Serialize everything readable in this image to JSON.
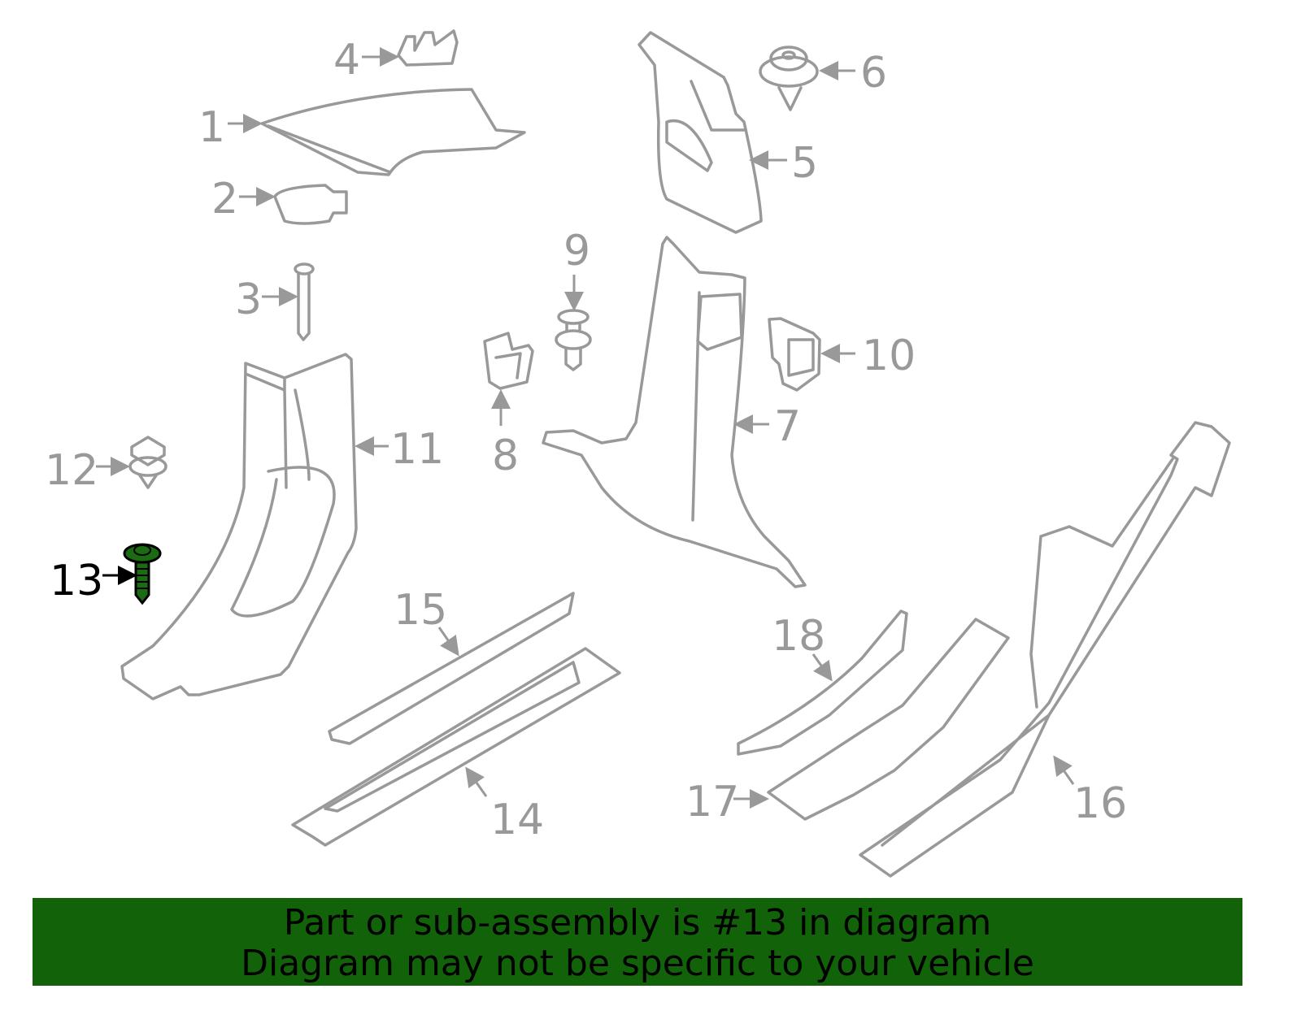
{
  "diagram": {
    "labels": {
      "p1": "1",
      "p2": "2",
      "p3": "3",
      "p4": "4",
      "p5": "5",
      "p6": "6",
      "p7": "7",
      "p8": "8",
      "p9": "9",
      "p10": "10",
      "p11": "11",
      "p12": "12",
      "p13": "13",
      "p14": "14",
      "p15": "15",
      "p16": "16",
      "p17": "17",
      "p18": "18"
    },
    "highlighted_part": "13",
    "colors": {
      "outline": "#999999",
      "highlight": "#1a6b12",
      "banner": "#116208"
    }
  },
  "banner": {
    "line1": "Part or sub-assembly is #13 in diagram",
    "line2": "Diagram may not be specific to your vehicle"
  }
}
